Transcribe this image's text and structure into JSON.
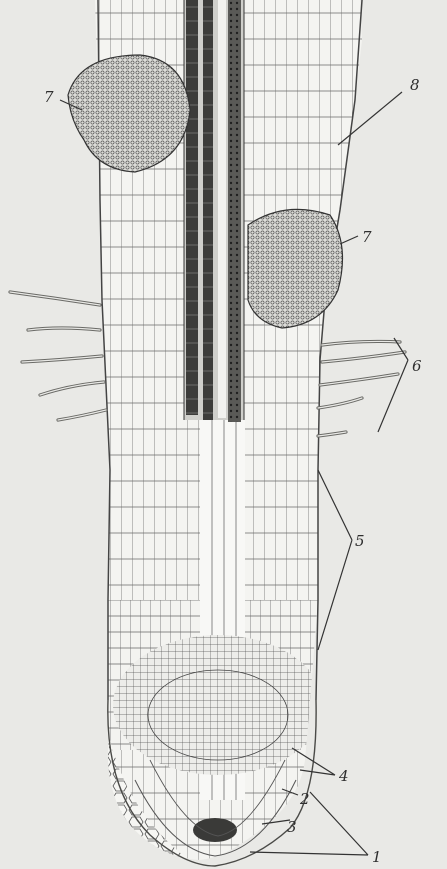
{
  "figure": {
    "callouts": [
      {
        "id": "c1",
        "number": "1"
      },
      {
        "id": "c2",
        "number": "2"
      },
      {
        "id": "c3",
        "number": "3"
      },
      {
        "id": "c4",
        "number": "4"
      },
      {
        "id": "c5",
        "number": "5"
      },
      {
        "id": "c6",
        "number": "6"
      },
      {
        "id": "c7a",
        "number": "7"
      },
      {
        "id": "c7b",
        "number": "7"
      },
      {
        "id": "c8",
        "number": "8"
      }
    ]
  }
}
